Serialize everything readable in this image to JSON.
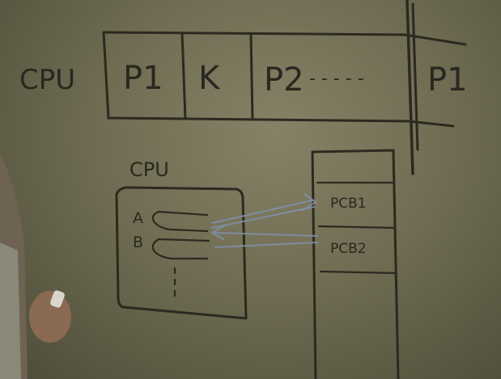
{
  "timeline": {
    "label": "CPU",
    "cells": [
      "P1",
      "K",
      "P2",
      "- - - - -",
      "P1"
    ]
  },
  "diagram": {
    "label": "CPU",
    "registers": [
      "A",
      "B"
    ],
    "pcb_entries": [
      "PCB1",
      "PCB2"
    ]
  },
  "colors": {
    "board": "#7a7760",
    "ink": "#2c2920",
    "arrow": "#7f90a6",
    "skin": "#8a6a52"
  }
}
